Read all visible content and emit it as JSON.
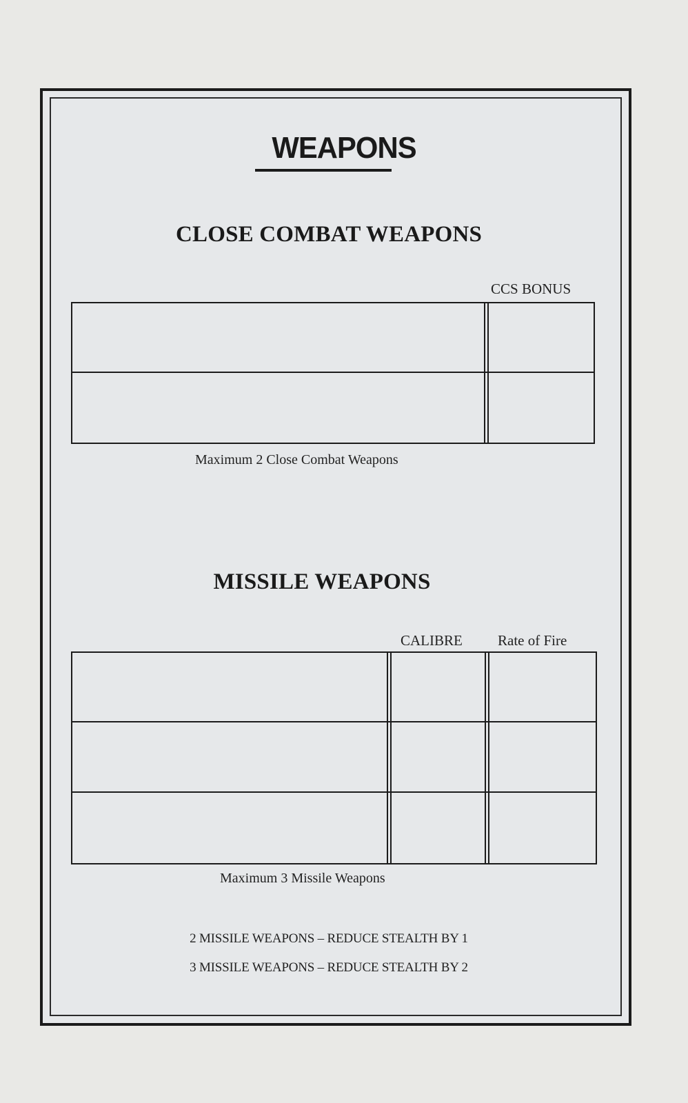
{
  "page": {
    "title": "WEAPONS"
  },
  "close_combat": {
    "heading": "CLOSE COMBAT WEAPONS",
    "column_label": "CCS BONUS",
    "rows": 2,
    "note": "Maximum 2 Close Combat Weapons"
  },
  "missile": {
    "heading": "MISSILE WEAPONS",
    "column_labels": [
      "CALIBRE",
      "Rate of Fire"
    ],
    "rows": 3,
    "note": "Maximum 3 Missile Weapons"
  },
  "rules": [
    "2 MISSILE WEAPONS – REDUCE STEALTH BY 1",
    "3 MISSILE WEAPONS – REDUCE STEALTH BY 2"
  ]
}
